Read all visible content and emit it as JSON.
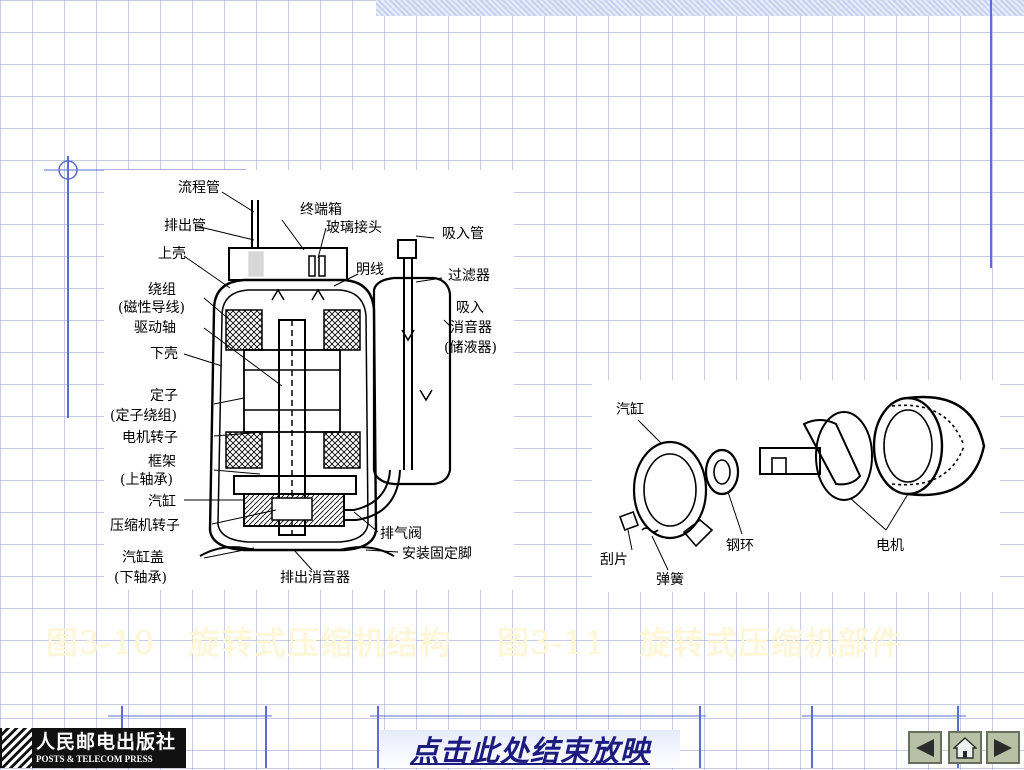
{
  "figure_left": {
    "labels": {
      "flow_pipe": "流程管",
      "terminal_box": "终端箱",
      "discharge_pipe": "排出管",
      "glass_joint": "玻璃接头",
      "suction_pipe": "吸入管",
      "upper_shell": "上壳",
      "open_wire": "明线",
      "filter": "过滤器",
      "winding": "绕组",
      "winding_note": "(磁性导线)",
      "suction_muffler": "吸入",
      "suction_muffler_2": "消音器",
      "suction_muffler_3": "(储液器)",
      "drive_shaft": "驱动轴",
      "lower_shell": "下壳",
      "stator": "定子",
      "stator_note": "(定子绕组)",
      "motor_rotor": "电机转子",
      "frame": "框架",
      "frame_note": "(上轴承)",
      "cylinder": "汽缸",
      "compressor_rotor": "压缩机转子",
      "exhaust_valve": "排气阀",
      "cylinder_cover": "汽缸盖",
      "cylinder_cover_note": "(下轴承)",
      "mounting_foot": "安装固定脚",
      "discharge_muffler": "排出消音器"
    }
  },
  "figure_right": {
    "labels": {
      "cylinder": "汽缸",
      "steel_ring": "钢环",
      "motor": "电机",
      "blade": "刮片",
      "spring": "弹簧"
    }
  },
  "caption": {
    "fig_10": "图3-10　旋转式压缩机结构",
    "fig_11": "图3-11　旋转式压缩机部件"
  },
  "footer": {
    "publisher_cn": "人民邮电出版社",
    "publisher_en": "POSTS & TELECOM PRESS",
    "end_show": "点击此处结束放映"
  },
  "colors": {
    "grid": "#96a0d2",
    "accent_line": "#5a6fd0",
    "caption": "#fff7d6",
    "end_show": "#1c1c80",
    "nav_button": "#b8c0a6"
  },
  "icons": [
    "prev-arrow-icon",
    "home-icon",
    "next-arrow-icon"
  ]
}
